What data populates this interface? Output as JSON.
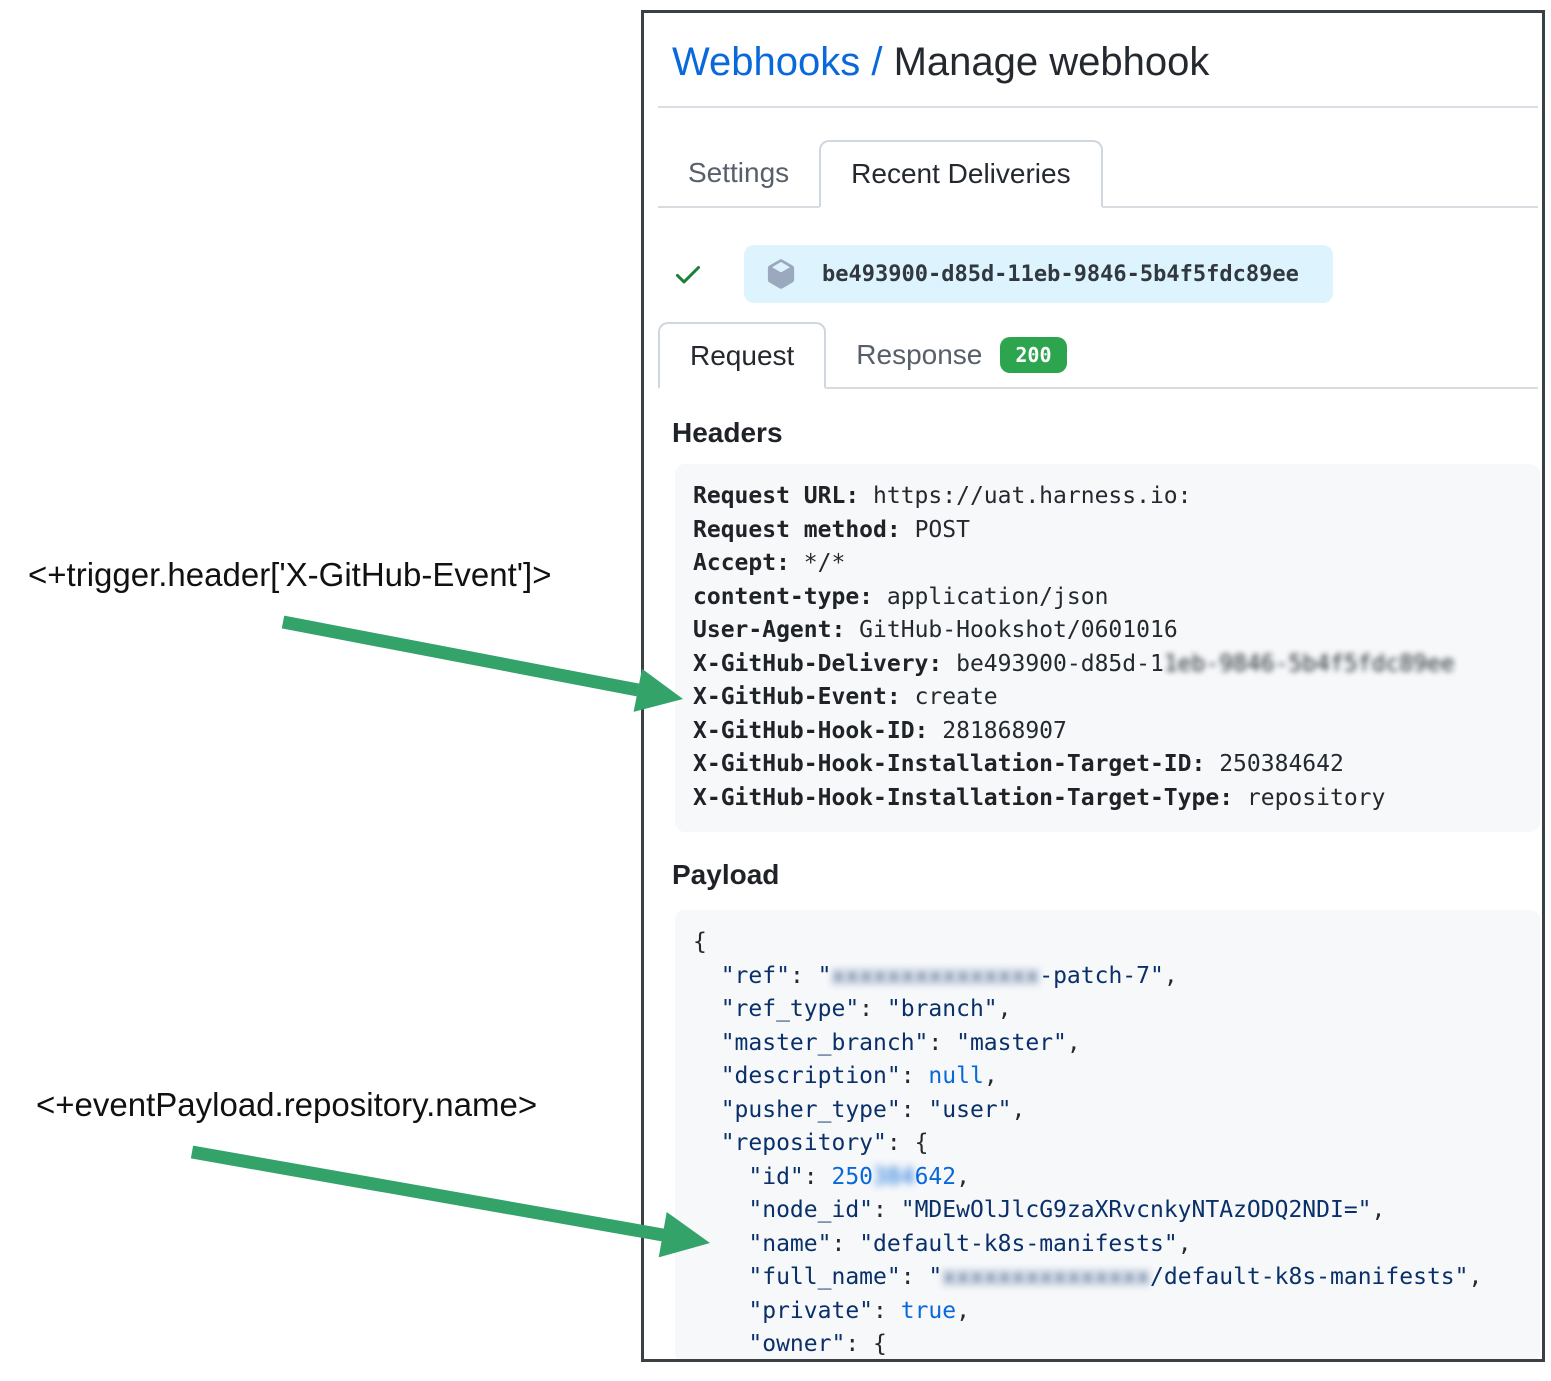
{
  "annotations": {
    "trigger_expression": "<+trigger.header['X-GitHub-Event']>",
    "payload_expression": "<+eventPayload.repository.name>",
    "arrow_color": "#34a36a"
  },
  "window": {
    "breadcrumb_link": "Webhooks /",
    "title": " Manage webhook",
    "tabs": [
      {
        "label": "Settings"
      },
      {
        "label": "Recent Deliveries"
      }
    ],
    "delivery": {
      "guid": "be493900-d85d-11eb-9846-5b4f5fdc89ee",
      "status": "success"
    },
    "subtabs": {
      "request_label": "Request",
      "response_label": "Response",
      "response_status": "200"
    },
    "colors": {
      "link_blue": "#0969da",
      "badge_green": "#2da44e",
      "check_green": "#1a7f37",
      "pill_blue": "#ddf4ff"
    }
  },
  "headers_panel": {
    "title": "Headers",
    "lines": [
      {
        "key": "Request URL:",
        "value": " https://uat.harness.io:"
      },
      {
        "key": "Request method:",
        "value": " POST"
      },
      {
        "key": "Accept:",
        "value": " */*"
      },
      {
        "key": "content-type:",
        "value": " application/json"
      },
      {
        "key": "User-Agent:",
        "value": " GitHub-Hookshot/0601016"
      },
      {
        "key": "X-GitHub-Delivery:",
        "value": " be493900-d85d-1",
        "redacted": "1eb-9846-5b4f5fdc89ee"
      },
      {
        "key": "X-GitHub-Event:",
        "value": " create"
      },
      {
        "key": "X-GitHub-Hook-ID:",
        "value": " 281868907"
      },
      {
        "key": "X-GitHub-Hook-Installation-Target-ID:",
        "value": " 250384642"
      },
      {
        "key": "X-GitHub-Hook-Installation-Target-Type:",
        "value": " repository"
      }
    ]
  },
  "payload_panel": {
    "title": "Payload",
    "lines": [
      [
        {
          "c": "p",
          "v": "{"
        }
      ],
      [
        {
          "c": "s",
          "v": "  \"ref\""
        },
        {
          "c": "p",
          "v": ": "
        },
        {
          "c": "s",
          "v": "\""
        },
        {
          "c": "s",
          "v": "xxxxxxxxxxxxxxx",
          "blur": true
        },
        {
          "c": "s",
          "v": "-patch-7\""
        },
        {
          "c": "p",
          "v": ","
        }
      ],
      [
        {
          "c": "s",
          "v": "  \"ref_type\""
        },
        {
          "c": "p",
          "v": ": "
        },
        {
          "c": "s",
          "v": "\"branch\""
        },
        {
          "c": "p",
          "v": ","
        }
      ],
      [
        {
          "c": "s",
          "v": "  \"master_branch\""
        },
        {
          "c": "p",
          "v": ": "
        },
        {
          "c": "s",
          "v": "\"master\""
        },
        {
          "c": "p",
          "v": ","
        }
      ],
      [
        {
          "c": "s",
          "v": "  \"description\""
        },
        {
          "c": "p",
          "v": ": "
        },
        {
          "c": "k",
          "v": "null"
        },
        {
          "c": "p",
          "v": ","
        }
      ],
      [
        {
          "c": "s",
          "v": "  \"pusher_type\""
        },
        {
          "c": "p",
          "v": ": "
        },
        {
          "c": "s",
          "v": "\"user\""
        },
        {
          "c": "p",
          "v": ","
        }
      ],
      [
        {
          "c": "s",
          "v": "  \"repository\""
        },
        {
          "c": "p",
          "v": ": {"
        }
      ],
      [
        {
          "c": "s",
          "v": "    \"id\""
        },
        {
          "c": "p",
          "v": ": "
        },
        {
          "c": "n",
          "v": "250"
        },
        {
          "c": "n",
          "v": "384",
          "blur": true
        },
        {
          "c": "n",
          "v": "642"
        },
        {
          "c": "p",
          "v": ","
        }
      ],
      [
        {
          "c": "s",
          "v": "    \"node_id\""
        },
        {
          "c": "p",
          "v": ": "
        },
        {
          "c": "s",
          "v": "\"MDEwOlJlcG9zaXRvcnkyNTAzODQ2NDI=\""
        },
        {
          "c": "p",
          "v": ","
        }
      ],
      [
        {
          "c": "s",
          "v": "    \"name\""
        },
        {
          "c": "p",
          "v": ": "
        },
        {
          "c": "s",
          "v": "\"default-k8s-manifests\""
        },
        {
          "c": "p",
          "v": ","
        }
      ],
      [
        {
          "c": "s",
          "v": "    \"full_name\""
        },
        {
          "c": "p",
          "v": ": "
        },
        {
          "c": "s",
          "v": "\""
        },
        {
          "c": "s",
          "v": "xxxxxxxxxxxxxxx",
          "blur": true
        },
        {
          "c": "s",
          "v": "/default-k8s-manifests\""
        },
        {
          "c": "p",
          "v": ","
        }
      ],
      [
        {
          "c": "s",
          "v": "    \"private\""
        },
        {
          "c": "p",
          "v": ": "
        },
        {
          "c": "k",
          "v": "true"
        },
        {
          "c": "p",
          "v": ","
        }
      ],
      [
        {
          "c": "s",
          "v": "    \"owner\""
        },
        {
          "c": "p",
          "v": ": {"
        }
      ]
    ]
  }
}
